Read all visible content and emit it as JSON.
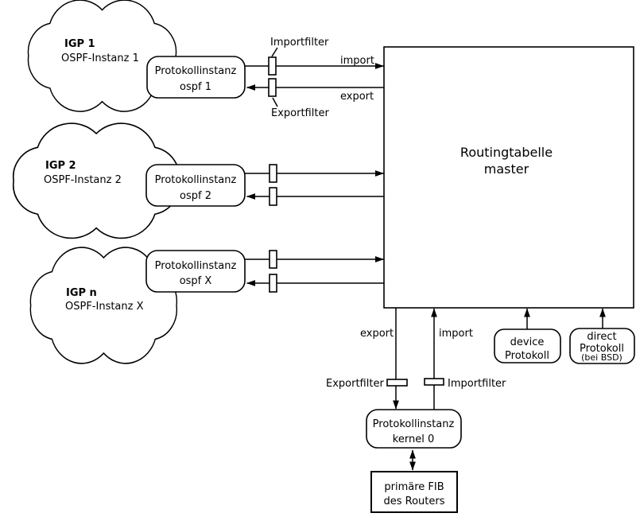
{
  "canvas": {
    "background": "#ffffff",
    "line_color": "#000000"
  },
  "clouds": [
    {
      "title": "IGP 1",
      "subtitle": "OSPF-Instanz 1"
    },
    {
      "title": "IGP 2",
      "subtitle": "OSPF-Instanz 2"
    },
    {
      "title": "IGP n",
      "subtitle": "OSPF-Instanz X"
    }
  ],
  "protocol_instances": [
    {
      "line1": "Protokollinstanz",
      "line2": "ospf 1"
    },
    {
      "line1": "Protokollinstanz",
      "line2": "ospf 2"
    },
    {
      "line1": "Protokollinstanz",
      "line2": "ospf X"
    }
  ],
  "routing_table": {
    "line1": "Routingtabelle",
    "line2": "master"
  },
  "top_labels": {
    "importfilter": "Importfilter",
    "exportfilter": "Exportfilter",
    "import": "import",
    "export": "export"
  },
  "bottom_labels": {
    "export": "export",
    "import": "import",
    "exportfilter": "Exportfilter",
    "importfilter": "Importfilter"
  },
  "device_protocol": {
    "line1": "device",
    "line2": "Protokoll"
  },
  "direct_protocol": {
    "line1": "direct",
    "line2": "Protokoll",
    "line3": "(bei BSD)"
  },
  "kernel_instance": {
    "line1": "Protokollinstanz",
    "line2": "kernel 0"
  },
  "fib": {
    "line1": "primäre FIB",
    "line2": "des Routers"
  }
}
